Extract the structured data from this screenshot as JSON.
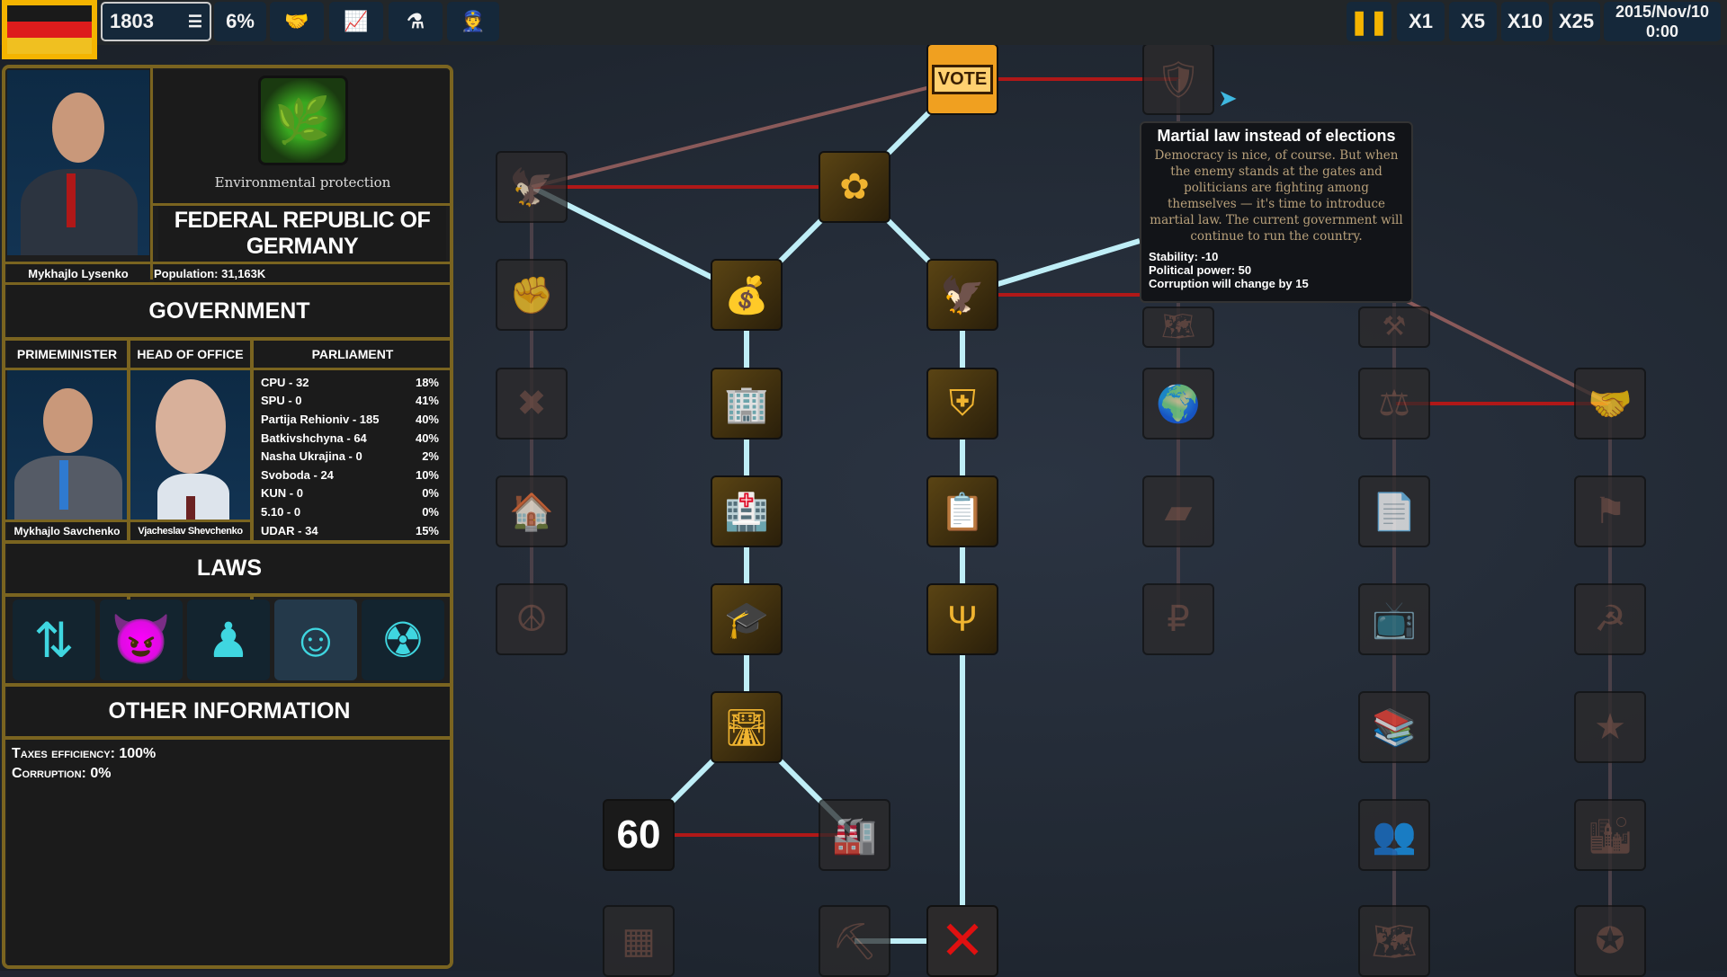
{
  "topbar": {
    "money": "1803",
    "percent": "6%",
    "icons": [
      "handshake-icon",
      "presentation-chart-icon",
      "flask-icon",
      "officer-icon"
    ],
    "speed": [
      "X1",
      "X5",
      "X10",
      "X25"
    ],
    "date": "2015/Nov/10",
    "time": "0:00",
    "flag_colors": [
      "#1a1a1a",
      "#dd1c1c",
      "#f0c020"
    ]
  },
  "country": {
    "leader": "Mykhajlo Lysenko",
    "ideology": "Environmental protection",
    "name": "FEDERAL REPUBLIC OF GERMANY",
    "population": "Population: 31,163K"
  },
  "government": {
    "title": "GOVERNMENT",
    "pm_label": "PRIMEMINISTER",
    "hoo_label": "HEAD OF OFFICE",
    "parliament_label": "PARLIAMENT",
    "pm_name": "Mykhajlo Savchenko",
    "hoo_name": "Vjacheslav Shevchenko",
    "parliament": [
      {
        "party": "CPU - 32",
        "pct": "18%"
      },
      {
        "party": "SPU - 0",
        "pct": "41%"
      },
      {
        "party": "Partija Rehioniv - 185",
        "pct": "40%"
      },
      {
        "party": "Batkivshchyna - 64",
        "pct": "40%"
      },
      {
        "party": "Nasha Ukrajina - 0",
        "pct": "2%"
      },
      {
        "party": "Svoboda - 24",
        "pct": "10%"
      },
      {
        "party": "KUN - 0",
        "pct": "0%"
      },
      {
        "party": "5.10 - 0",
        "pct": "0%"
      },
      {
        "party": "UDAR - 34",
        "pct": "15%"
      }
    ]
  },
  "laws": {
    "title": "LAWS",
    "icons": [
      "up-down-arrows-icon",
      "devil-podium-icon",
      "pawn-icon",
      "soldier-face-icon",
      "nuclear-plant-icon"
    ]
  },
  "other": {
    "title": "OTHER INFORMATION",
    "taxes": "Taxes efficiency: 100%",
    "corruption": "Corruption: 0%"
  },
  "tooltip": {
    "title": "Martial law instead of elections",
    "body": "Democracy is nice, of course. But when the enemy stands at the gates and politicians are fighting among themselves — it's time to introduce martial law. The current government will continue to run the country.",
    "stability": "Stability: -10",
    "political_power": "Political power: 50",
    "corruption": "Corruption will change by 15"
  },
  "tree": {
    "vote_label": "VOTE",
    "sixty_label": "60",
    "nodes": [
      {
        "id": "vote",
        "icon": "vote-box-icon",
        "state": "sel"
      },
      {
        "id": "martial",
        "icon": "shield-icon",
        "state": "off"
      },
      {
        "id": "eagle-chains",
        "icon": "eagle-chains-icon",
        "state": "off"
      },
      {
        "id": "poppy",
        "icon": "poppy-icon",
        "state": "on"
      },
      {
        "id": "fists",
        "icon": "fists-icon",
        "state": "off"
      },
      {
        "id": "moneybag",
        "icon": "money-bag-chart-icon",
        "state": "on"
      },
      {
        "id": "coat",
        "icon": "eagle-coat-icon",
        "state": "on"
      },
      {
        "id": "hidden1",
        "icon": "map-icon",
        "state": "off"
      },
      {
        "id": "hidden2",
        "icon": "hammer-icon",
        "state": "off"
      },
      {
        "id": "nogun",
        "icon": "crossed-rifle-icon",
        "state": "off"
      },
      {
        "id": "bank",
        "icon": "building-icon",
        "state": "on"
      },
      {
        "id": "shieldmap",
        "icon": "shield-map-icon",
        "state": "on"
      },
      {
        "id": "globe",
        "icon": "globe-flags-icon",
        "state": "off"
      },
      {
        "id": "court",
        "icon": "court-icon",
        "state": "off"
      },
      {
        "id": "deal",
        "icon": "handshake-money-icon",
        "state": "off"
      },
      {
        "id": "family",
        "icon": "family-house-icon",
        "state": "off"
      },
      {
        "id": "hospital",
        "icon": "hospital-icon",
        "state": "on"
      },
      {
        "id": "decree",
        "icon": "document-stamp-icon",
        "state": "on"
      },
      {
        "id": "ukraine",
        "icon": "ukraine-map-icon",
        "state": "off"
      },
      {
        "id": "bribe",
        "icon": "document-money-icon",
        "state": "off"
      },
      {
        "id": "flaghand",
        "icon": "hand-flag-icon",
        "state": "off"
      },
      {
        "id": "peace",
        "icon": "peace-icon",
        "state": "off"
      },
      {
        "id": "edu",
        "icon": "graduation-books-icon",
        "state": "on"
      },
      {
        "id": "trident",
        "icon": "trident-icon",
        "state": "on"
      },
      {
        "id": "rouble",
        "icon": "rouble-coins-icon",
        "state": "off"
      },
      {
        "id": "tv",
        "icon": "tv-icon",
        "state": "off"
      },
      {
        "id": "ussr",
        "icon": "soviet-flag-icon",
        "state": "off"
      },
      {
        "id": "road",
        "icon": "road-icon",
        "state": "on"
      },
      {
        "id": "books2",
        "icon": "books-icon",
        "state": "off"
      },
      {
        "id": "starbld",
        "icon": "star-building-icon",
        "state": "off"
      },
      {
        "id": "sixty",
        "icon": "sixty-globe-icon",
        "state": "on"
      },
      {
        "id": "factory",
        "icon": "factory-icon",
        "state": "off"
      },
      {
        "id": "soldiers",
        "icon": "soldiers-icon",
        "state": "off"
      },
      {
        "id": "city",
        "icon": "city-icon",
        "state": "off"
      },
      {
        "id": "solar",
        "icon": "solar-panel-icon",
        "state": "off"
      },
      {
        "id": "drill",
        "icon": "drill-icon",
        "state": "off"
      },
      {
        "id": "redx",
        "icon": "red-x-icon",
        "state": "off"
      },
      {
        "id": "oldmap",
        "icon": "old-map-icon",
        "state": "off"
      },
      {
        "id": "emblem",
        "icon": "emblem-icon",
        "state": "off"
      }
    ]
  }
}
